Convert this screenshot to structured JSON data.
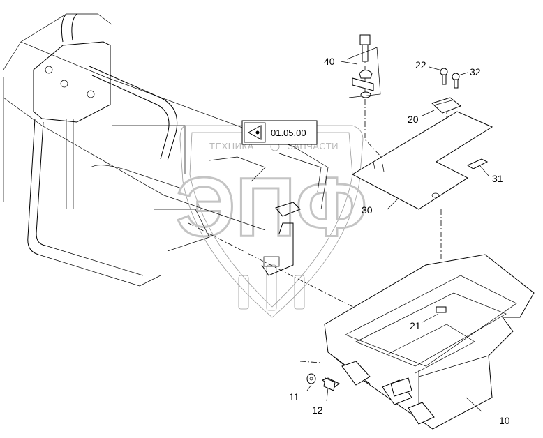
{
  "diagram": {
    "reference_box": "01.05.00",
    "watermark": {
      "line1_left": "ТЕХНИКА",
      "line1_right": "ЗАПЧАСТИ",
      "big": "ЭПФ"
    },
    "callouts": [
      {
        "id": "40",
        "text": "40"
      },
      {
        "id": "22",
        "text": "22"
      },
      {
        "id": "32",
        "text": "32"
      },
      {
        "id": "20",
        "text": "20"
      },
      {
        "id": "31",
        "text": "31"
      },
      {
        "id": "30",
        "text": "30"
      },
      {
        "id": "21",
        "text": "21"
      },
      {
        "id": "11",
        "text": "11"
      },
      {
        "id": "12",
        "text": "12"
      },
      {
        "id": "10",
        "text": "10"
      }
    ]
  }
}
